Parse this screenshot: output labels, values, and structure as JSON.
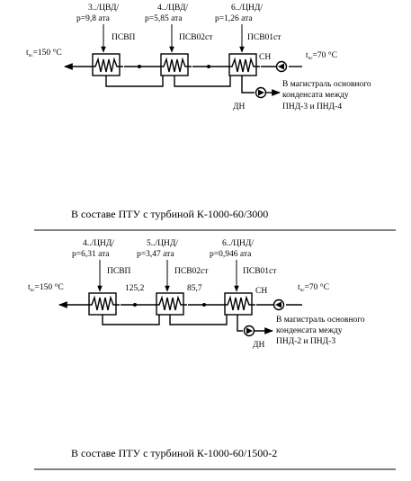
{
  "diagrams": [
    {
      "extractions": [
        {
          "stage": "3",
          "pressure": "p=9,8 ата"
        },
        {
          "stage": "4",
          "pressure": "p=5,85 ата"
        },
        {
          "stage": "6",
          "pressure": "p=1,26 ата"
        }
      ],
      "heaters": [
        "ПСВП",
        "ПСВ02ст",
        "ПСВ01ст"
      ],
      "temp_out": "=150 °С",
      "temp_in": "=70 °С",
      "mid_temps": [
        "",
        ""
      ],
      "pump_main": "СН",
      "pump_drain": "ДН",
      "note_lines": [
        "В магистраль основного",
        "конденсата между",
        "ПНД-3 и ПНД-4"
      ],
      "caption": "В составе ПТУ с турбиной К-1000-60/3000"
    },
    {
      "extractions": [
        {
          "stage": "4",
          "pressure": "p=6,31 ата"
        },
        {
          "stage": "5",
          "pressure": "p=3,47 ата"
        },
        {
          "stage": "6",
          "pressure": "p=0,946 ата"
        }
      ],
      "heaters": [
        "ПСВП",
        "ПСВ02ст",
        "ПСВ01ст"
      ],
      "temp_out": "=150 °С",
      "temp_in": "=70 °С",
      "mid_temps": [
        "125,2",
        "85,7"
      ],
      "pump_main": "СН",
      "pump_drain": "ДН",
      "note_lines": [
        "В магистраль основного",
        "конденсата между",
        "ПНД-2 и ПНД-3"
      ],
      "caption": "В составе ПТУ с турбиной К-1000-60/1500-2"
    }
  ],
  "labels": {
    "turbine_hp": "ЦВД",
    "turbine_lp": "ЦНД",
    "temp_symbol": "t",
    "temp_sub": "пс"
  }
}
